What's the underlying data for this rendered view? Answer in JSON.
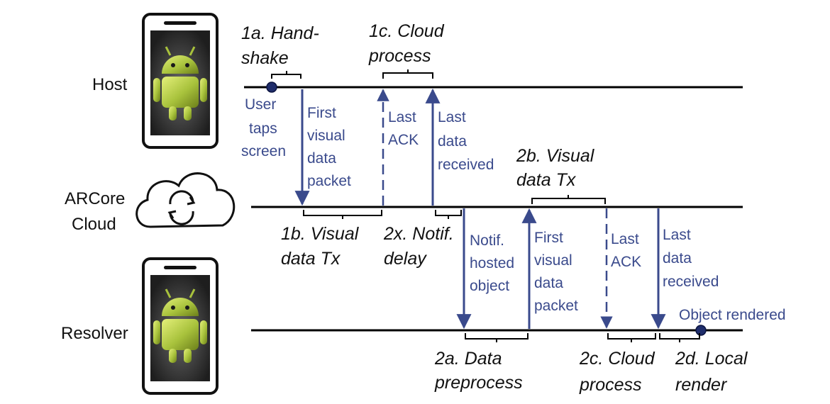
{
  "lanes": {
    "host": "Host",
    "cloud": [
      "ARCore",
      "Cloud"
    ],
    "resolver": "Resolver"
  },
  "phases": {
    "p1a": [
      "1a. Hand-",
      "shake"
    ],
    "p1b": [
      "1b. Visual",
      "data Tx"
    ],
    "p1c": [
      "1c. Cloud",
      "process"
    ],
    "p2x": [
      "2x. Notif.",
      "delay"
    ],
    "p2a": [
      "2a. Data",
      "preprocess"
    ],
    "p2b": [
      "2b. Visual",
      "data Tx"
    ],
    "p2c": [
      "2c. Cloud",
      "process"
    ],
    "p2d": [
      "2d. Local",
      "render"
    ]
  },
  "notes": {
    "user_taps": [
      "User",
      "taps",
      "screen"
    ],
    "first_visual_host": [
      "First",
      "visual",
      "data",
      "packet"
    ],
    "last_ack_host": [
      "Last",
      "ACK"
    ],
    "last_data_host": [
      "Last",
      "data",
      "received"
    ],
    "notif_hosted": [
      "Notif.",
      "hosted",
      "object"
    ],
    "first_visual_resolver": [
      "First",
      "visual",
      "data",
      "packet"
    ],
    "last_ack_resolver": [
      "Last",
      "ACK"
    ],
    "last_data_resolver": [
      "Last",
      "data",
      "received"
    ],
    "object_rendered": "Object rendered"
  },
  "icons": {
    "phone": "smartphone-icon",
    "android": "android-robot-icon",
    "cloud": "cloud-sync-icon"
  },
  "colors": {
    "arrow": "#3a4a8c",
    "timeline": "#000000",
    "note_text": "#3a4a8c"
  }
}
